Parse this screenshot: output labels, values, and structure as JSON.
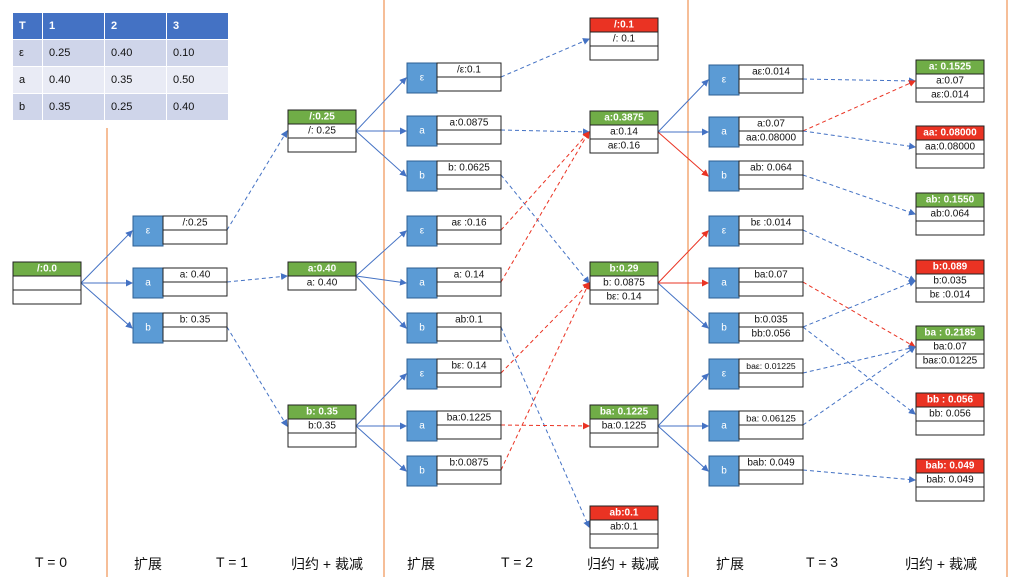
{
  "table": {
    "header": [
      "T",
      "1",
      "2",
      "3"
    ],
    "rows": [
      [
        "ε",
        "0.25",
        "0.40",
        "0.10"
      ],
      [
        "a",
        "0.40",
        "0.35",
        "0.50"
      ],
      [
        "b",
        "0.35",
        "0.25",
        "0.40"
      ]
    ]
  },
  "labels": {
    "t0": "T = 0",
    "expand1": "扩展",
    "t1": "T = 1",
    "merge1": "归约 + 裁减",
    "expand2": "扩展",
    "t2": "T = 2",
    "merge2": "归约 + 裁减",
    "expand3": "扩展",
    "t3": "T = 3",
    "merge3": "归约 + 裁减"
  },
  "colors": {
    "keep": "#70ad47",
    "pruned": "#ea3323",
    "path": "#4472c4",
    "label_box": "#5b9bd5",
    "divider": "#ed7d31",
    "merge_line": "#ea3323"
  },
  "merged_boxes": [
    {
      "id": "m0",
      "header": "/:0.0",
      "rows": [
        "",
        ""
      ],
      "status": "keep"
    },
    {
      "id": "m1a",
      "header": "/:0.25",
      "rows": [
        "/: 0.25",
        ""
      ],
      "status": "keep"
    },
    {
      "id": "m1b",
      "header": "a:0.40",
      "rows": [
        "a: 0.40"
      ],
      "status": "keep"
    },
    {
      "id": "m1c",
      "header": "b: 0.35",
      "rows": [
        "b:0.35",
        ""
      ],
      "status": "keep"
    },
    {
      "id": "m2a",
      "header": "/:0.1",
      "rows": [
        "/: 0.1",
        ""
      ],
      "status": "pruned"
    },
    {
      "id": "m2b",
      "header": "a:0.3875",
      "rows": [
        "a:0.14",
        "aε:0.16"
      ],
      "status": "keep"
    },
    {
      "id": "m2c",
      "header": "b:0.29",
      "rows": [
        "b: 0.0875",
        "bε: 0.14"
      ],
      "status": "keep"
    },
    {
      "id": "m2d",
      "header": "ba: 0.1225",
      "rows": [
        "ba:0.1225",
        ""
      ],
      "status": "keep"
    },
    {
      "id": "m2e",
      "header": "ab:0.1",
      "rows": [
        "ab:0.1",
        ""
      ],
      "status": "pruned"
    },
    {
      "id": "m3a",
      "header": "a: 0.1525",
      "rows": [
        "a:0.07",
        "aε:0.014"
      ],
      "status": "keep"
    },
    {
      "id": "m3b",
      "header": "aa: 0.08000",
      "rows": [
        "aa:0.08000",
        ""
      ],
      "status": "pruned"
    },
    {
      "id": "m3c",
      "header": "ab: 0.1550",
      "rows": [
        "ab:0.064",
        ""
      ],
      "status": "keep"
    },
    {
      "id": "m3d",
      "header": "b:0.089",
      "rows": [
        "b:0.035",
        "bε :0.014"
      ],
      "status": "pruned"
    },
    {
      "id": "m3e",
      "header": "ba : 0.2185",
      "rows": [
        "ba:0.07",
        "baε:0.01225"
      ],
      "status": "keep"
    },
    {
      "id": "m3f",
      "header": "bb : 0.056",
      "rows": [
        "bb: 0.056",
        ""
      ],
      "status": "pruned"
    },
    {
      "id": "m3g",
      "header": "bab: 0.049",
      "rows": [
        "bab: 0.049",
        ""
      ],
      "status": "pruned"
    }
  ],
  "expand_nodes": [
    {
      "id": "e1e",
      "label": "ε",
      "rows": [
        "/:0.25",
        ""
      ]
    },
    {
      "id": "e1a",
      "label": "a",
      "rows": [
        "a: 0.40",
        ""
      ]
    },
    {
      "id": "e1b",
      "label": "b",
      "rows": [
        "b: 0.35",
        ""
      ]
    },
    {
      "id": "e2ae",
      "label": "ε",
      "rows": [
        "/ε:0.1",
        ""
      ]
    },
    {
      "id": "e2aa",
      "label": "a",
      "rows": [
        "a:0.0875",
        ""
      ]
    },
    {
      "id": "e2ab",
      "label": "b",
      "rows": [
        "b: 0.0625",
        ""
      ]
    },
    {
      "id": "e2be",
      "label": "ε",
      "rows": [
        "aε :0.16",
        ""
      ]
    },
    {
      "id": "e2ba",
      "label": "a",
      "rows": [
        "a: 0.14",
        ""
      ]
    },
    {
      "id": "e2bb",
      "label": "b",
      "rows": [
        "ab:0.1",
        ""
      ]
    },
    {
      "id": "e2ce",
      "label": "ε",
      "rows": [
        "bε: 0.14",
        ""
      ]
    },
    {
      "id": "e2ca",
      "label": "a",
      "rows": [
        "ba:0.1225",
        ""
      ]
    },
    {
      "id": "e2cb",
      "label": "b",
      "rows": [
        "b:0.0875",
        ""
      ]
    },
    {
      "id": "e3ae",
      "label": "ε",
      "rows": [
        "aε:0.014",
        ""
      ]
    },
    {
      "id": "e3aa",
      "label": "a",
      "rows": [
        "a:0.07",
        "aa:0.08000"
      ]
    },
    {
      "id": "e3ab",
      "label": "b",
      "rows": [
        "ab: 0.064",
        ""
      ]
    },
    {
      "id": "e3be",
      "label": "ε",
      "rows": [
        "bε :0.014",
        ""
      ]
    },
    {
      "id": "e3ba",
      "label": "a",
      "rows": [
        "ba:0.07",
        ""
      ]
    },
    {
      "id": "e3bb",
      "label": "b",
      "rows": [
        "b:0.035",
        "bb:0.056"
      ]
    },
    {
      "id": "e3ce",
      "label": "ε",
      "rows": [
        "baε: 0.01225",
        ""
      ]
    },
    {
      "id": "e3ca",
      "label": "a",
      "rows": [
        "ba: 0.06125",
        ""
      ]
    },
    {
      "id": "e3cb",
      "label": "b",
      "rows": [
        "bab: 0.049",
        ""
      ]
    }
  ],
  "edges": [
    {
      "from": "m0",
      "to": "e1e",
      "style": "solid"
    },
    {
      "from": "m0",
      "to": "e1a",
      "style": "solid"
    },
    {
      "from": "m0",
      "to": "e1b",
      "style": "solid"
    },
    {
      "from": "e1e",
      "to": "m1a",
      "style": "dashed"
    },
    {
      "from": "e1a",
      "to": "m1b",
      "style": "dashed"
    },
    {
      "from": "e1b",
      "to": "m1c",
      "style": "dashed"
    },
    {
      "from": "m1a",
      "to": "e2ae",
      "style": "solid"
    },
    {
      "from": "m1a",
      "to": "e2aa",
      "style": "solid"
    },
    {
      "from": "m1a",
      "to": "e2ab",
      "style": "solid"
    },
    {
      "from": "m1b",
      "to": "e2be",
      "style": "solid"
    },
    {
      "from": "m1b",
      "to": "e2ba",
      "style": "solid"
    },
    {
      "from": "m1b",
      "to": "e2bb",
      "style": "solid"
    },
    {
      "from": "m1c",
      "to": "e2ce",
      "style": "solid"
    },
    {
      "from": "m1c",
      "to": "e2ca",
      "style": "solid"
    },
    {
      "from": "m1c",
      "to": "e2cb",
      "style": "solid"
    },
    {
      "from": "e2ae",
      "to": "m2a",
      "style": "dashed"
    },
    {
      "from": "e2aa",
      "to": "m2b",
      "style": "dashed"
    },
    {
      "from": "e2ab",
      "to": "m2c",
      "style": "dashed"
    },
    {
      "from": "e2be",
      "to": "m2b",
      "style": "dashed-red"
    },
    {
      "from": "e2ba",
      "to": "m2b",
      "style": "dashed-red"
    },
    {
      "from": "e2bb",
      "to": "m2e",
      "style": "dashed"
    },
    {
      "from": "e2ce",
      "to": "m2c",
      "style": "dashed-red"
    },
    {
      "from": "e2ca",
      "to": "m2d",
      "style": "dashed-red"
    },
    {
      "from": "e2cb",
      "to": "m2c",
      "style": "dashed-red"
    },
    {
      "from": "m2b",
      "to": "e3ae",
      "style": "solid"
    },
    {
      "from": "m2b",
      "to": "e3aa",
      "style": "solid"
    },
    {
      "from": "m2b",
      "to": "e3ab",
      "style": "solid-red"
    },
    {
      "from": "m2c",
      "to": "e3be",
      "style": "solid-red"
    },
    {
      "from": "m2c",
      "to": "e3ba",
      "style": "solid-red"
    },
    {
      "from": "m2c",
      "to": "e3bb",
      "style": "solid"
    },
    {
      "from": "m2d",
      "to": "e3ce",
      "style": "solid"
    },
    {
      "from": "m2d",
      "to": "e3ca",
      "style": "solid"
    },
    {
      "from": "m2d",
      "to": "e3cb",
      "style": "solid"
    },
    {
      "from": "e3ae",
      "to": "m3a",
      "style": "dashed"
    },
    {
      "from": "e3aa",
      "to": "m3a",
      "style": "dashed-red"
    },
    {
      "from": "e3aa",
      "to": "m3b",
      "style": "dashed"
    },
    {
      "from": "e3ab",
      "to": "m3c",
      "style": "dashed"
    },
    {
      "from": "e3be",
      "to": "m3d",
      "style": "dashed"
    },
    {
      "from": "e3ba",
      "to": "m3e",
      "style": "dashed-red"
    },
    {
      "from": "e3bb",
      "to": "m3d",
      "style": "dashed"
    },
    {
      "from": "e3bb",
      "to": "m3f",
      "style": "dashed"
    },
    {
      "from": "e3ce",
      "to": "m3e",
      "style": "dashed"
    },
    {
      "from": "e3ca",
      "to": "m3e",
      "style": "dashed"
    },
    {
      "from": "e3cb",
      "to": "m3g",
      "style": "dashed"
    }
  ]
}
